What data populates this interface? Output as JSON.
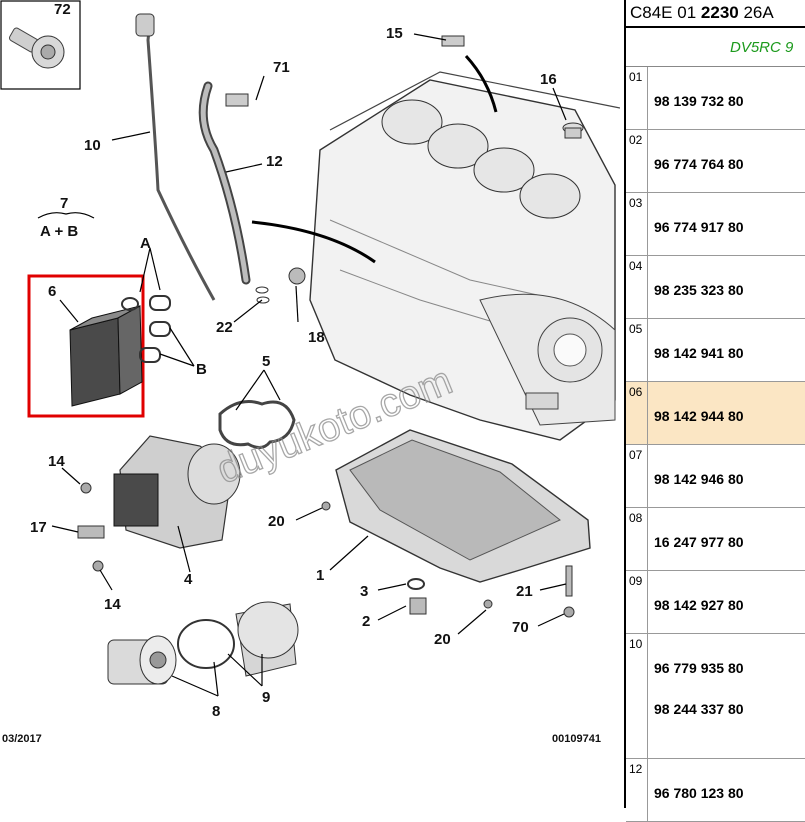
{
  "diagram": {
    "callouts": [
      "72",
      "15",
      "71",
      "16",
      "10",
      "12",
      "7",
      "A + B",
      "A",
      "6",
      "B",
      "22",
      "18",
      "5",
      "14",
      "17",
      "4",
      "20",
      "1",
      "3",
      "2",
      "21",
      "70",
      "9",
      "8"
    ],
    "footer_left": "03/2017",
    "footer_right": "00109741",
    "watermark": "duyukoto.com"
  },
  "panel": {
    "header_prefix": "C84E 01",
    "header_bold": "2230",
    "header_suffix": "26A",
    "engine": "DV5RC 9",
    "highlight_color": "#fbe6c4",
    "rows": [
      {
        "num": "01",
        "parts": [
          "98 139 732 80"
        ]
      },
      {
        "num": "02",
        "parts": [
          "96 774 764 80"
        ]
      },
      {
        "num": "03",
        "parts": [
          "96 774 917 80"
        ]
      },
      {
        "num": "04",
        "parts": [
          "98 235 323 80"
        ]
      },
      {
        "num": "05",
        "parts": [
          "98 142 941 80"
        ]
      },
      {
        "num": "06",
        "parts": [
          "98 142 944 80"
        ]
      },
      {
        "num": "07",
        "parts": [
          "98 142 946 80"
        ]
      },
      {
        "num": "08",
        "parts": [
          "16 247 977 80"
        ]
      },
      {
        "num": "09",
        "parts": [
          "98 142 927 80"
        ]
      },
      {
        "num": "10",
        "parts": [
          "96 779 935 80",
          "98 244 337 80"
        ]
      },
      {
        "num": "12",
        "parts": [
          "96 780 123 80"
        ]
      }
    ]
  }
}
